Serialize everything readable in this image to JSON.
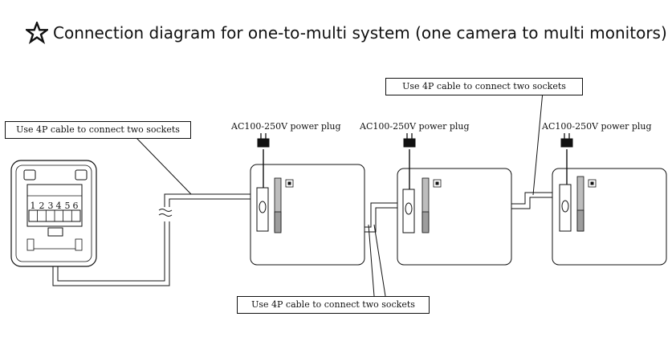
{
  "title": {
    "icon": "star-outline-icon",
    "text": "Connection diagram for one-to-multi system (one camera to multi monitors)"
  },
  "captions": {
    "left": "Use 4P cable to connect two sockets",
    "top_right": "Use 4P cable to connect two sockets",
    "bottom": "Use 4P cable to connect two sockets"
  },
  "plugs": [
    {
      "label": "AC100-250V power plug"
    },
    {
      "label": "AC100-250V power plug"
    },
    {
      "label": "AC100-250V power plug"
    }
  ],
  "camera": {
    "terminals": [
      "1",
      "2",
      "3",
      "4",
      "5",
      "6"
    ]
  },
  "colors": {
    "ink": "#111111",
    "fill": "#ffffff",
    "socket": "#bdbdbd"
  }
}
